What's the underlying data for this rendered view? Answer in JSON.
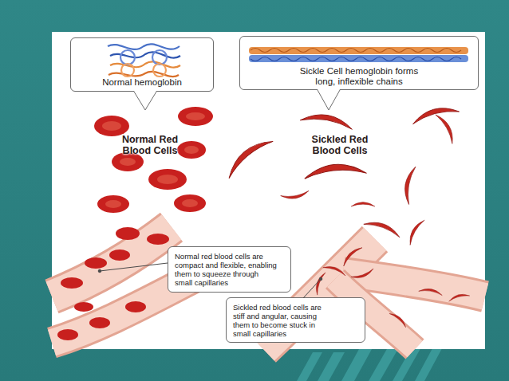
{
  "diagram": {
    "nodes": [
      {
        "text": [
          "Normal hemoglobin"
        ]
      },
      {
        "text": [
          "Sickle Cell hemoglobin forms long, inflexible chains"
        ]
      },
      {
        "text": [
          "Normal red blood cells are compact and flexible, enabling them to squeeze through small capillaries"
        ]
      },
      {
        "text": [
          "Sickled red blood cells are stiff and angular, causing them to become stuck in small capillaries"
        ]
      }
    ],
    "labels": [
      "Normal Red Blood Cells",
      "Sickled Red Blood Cells"
    ]
  }
}
